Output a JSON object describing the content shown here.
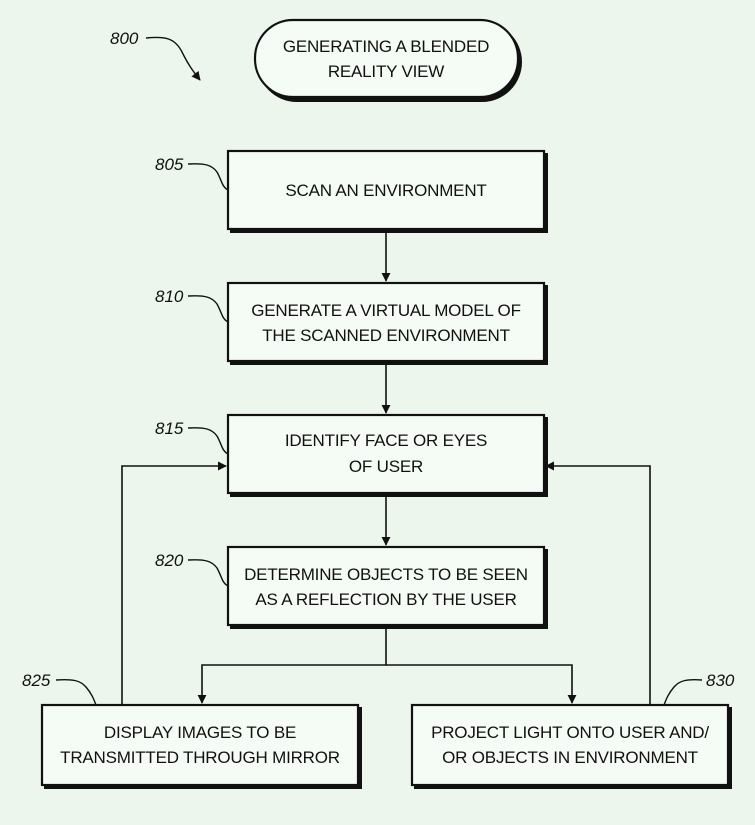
{
  "figure_ref": "800",
  "start": {
    "line1": "GENERATING A BLENDED",
    "line2": "REALITY VIEW"
  },
  "steps": [
    {
      "ref": "805",
      "lines": [
        "SCAN AN ENVIRONMENT"
      ]
    },
    {
      "ref": "810",
      "lines": [
        "GENERATE A VIRTUAL MODEL OF",
        "THE SCANNED ENVIRONMENT"
      ]
    },
    {
      "ref": "815",
      "lines": [
        "IDENTIFY FACE OR EYES",
        "OF USER"
      ]
    },
    {
      "ref": "820",
      "lines": [
        "DETERMINE OBJECTS TO BE SEEN",
        "AS A REFLECTION BY THE USER"
      ]
    },
    {
      "ref": "825",
      "lines": [
        "DISPLAY IMAGES TO BE",
        "TRANSMITTED THROUGH MIRROR"
      ]
    },
    {
      "ref": "830",
      "lines": [
        "PROJECT LIGHT ONTO USER AND/",
        "OR OBJECTS IN ENVIRONMENT"
      ]
    }
  ]
}
